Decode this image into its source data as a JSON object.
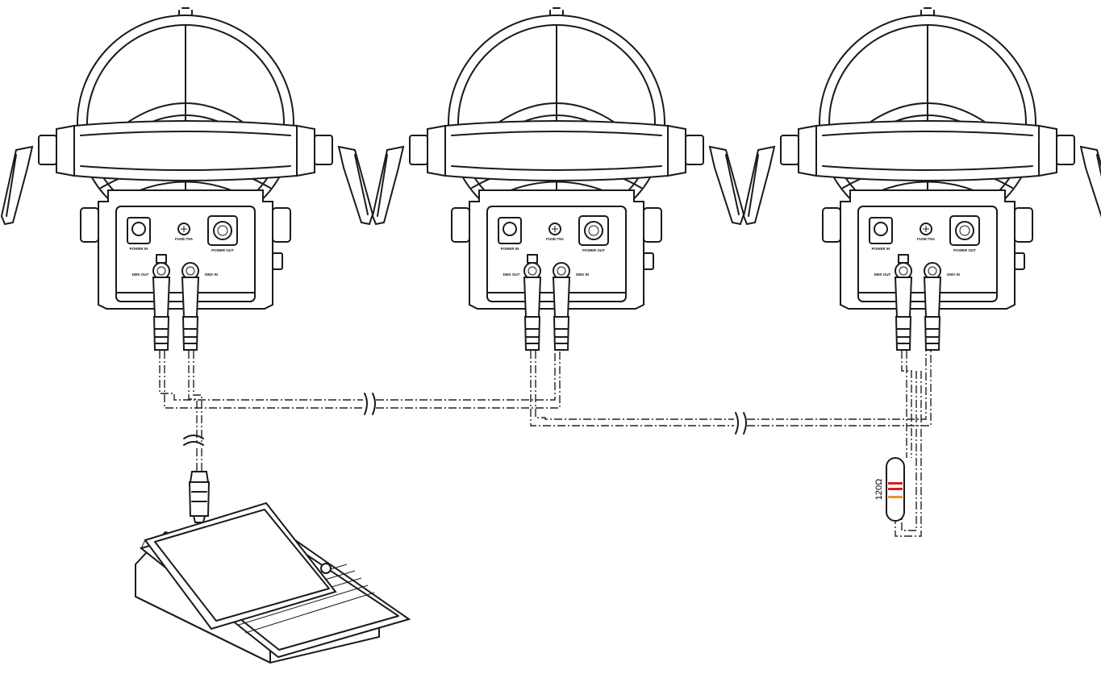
{
  "diagram": {
    "fixtures": [
      {
        "name": "fixture-1",
        "labels": {
          "power_in": "POWER IN",
          "fuse": "FUSE:T5A",
          "power_out": "POWER OUT",
          "dmx_out": "DMX OUT",
          "dmx_in": "DMX IN"
        }
      },
      {
        "name": "fixture-2",
        "labels": {
          "power_in": "POWER IN",
          "fuse": "FUSE:T5A",
          "power_out": "POWER OUT",
          "dmx_out": "DMX OUT",
          "dmx_in": "DMX IN"
        }
      },
      {
        "name": "fixture-3",
        "labels": {
          "power_in": "POWER IN",
          "fuse": "FUSE:T5A",
          "power_out": "POWER OUT",
          "dmx_out": "DMX OUT",
          "dmx_in": "DMX IN"
        }
      }
    ],
    "terminator": {
      "label": "120Ω",
      "band_colors": [
        "#d81e1e",
        "#d81e1e",
        "#e8942c"
      ]
    },
    "colors": {
      "line": "#1a1a1a",
      "cable": "#222222"
    }
  }
}
